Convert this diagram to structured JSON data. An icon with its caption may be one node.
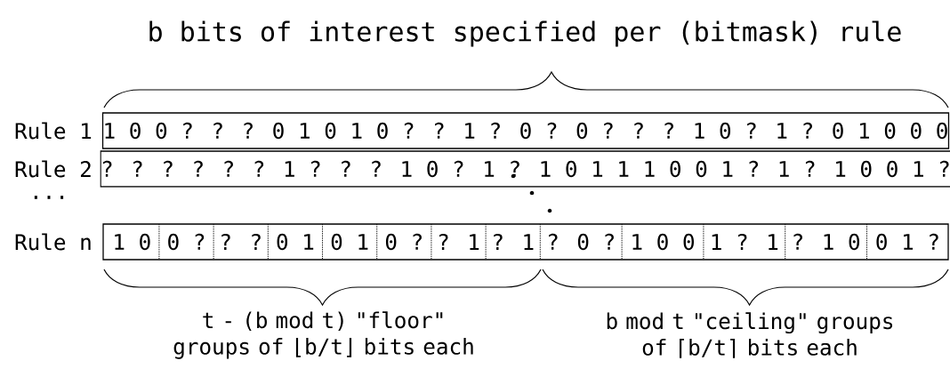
{
  "diagram": {
    "nodes": [
      {
        "text": [
          "1 0 0 ? ? ? 0 1 0 1 0 ? ? 1 ? 0 ? 0 ? ? ? 1 0 ? 1 ? 0 1 0 0 0"
        ],
        "beside": [
          "Rule 1"
        ]
      },
      {
        "text": [
          "? ? ? ? ? ? 1 ? ? ? 1 0 ? 1 ? 1 0 1 1 1 0 0 1 ? 1 ? 1 0 0 1 ?"
        ],
        "beside": [
          "Rule 2"
        ]
      },
      {
        "text": [],
        "shape": "box",
        "beside": [
          "Rule n"
        ]
      },
      {
        "text": [
          "1 0"
        ],
        "in": 2
      },
      {
        "text": [
          "0 ?"
        ],
        "in": 2
      },
      {
        "text": [
          "? ?"
        ],
        "in": 2
      },
      {
        "text": [
          "0 1"
        ],
        "in": 2
      },
      {
        "text": [
          "0 1"
        ],
        "in": 2
      },
      {
        "text": [
          "0 ?"
        ],
        "in": 2
      },
      {
        "text": [
          "? 1"
        ],
        "in": 2
      },
      {
        "text": [
          "? 1"
        ],
        "in": 2
      },
      {
        "text": [
          "? 0 ?"
        ],
        "in": 2
      },
      {
        "text": [
          "1 0 0"
        ],
        "in": 2
      },
      {
        "text": [
          "1 ? 1"
        ],
        "in": 2
      },
      {
        "text": [
          "? 1 0"
        ],
        "in": 2
      },
      {
        "text": [
          "0 1 ?"
        ],
        "in": 2
      }
    ],
    "labels": [
      "b bits of interest specified per (bitmask) rule",
      "...",
      "t - (b mod t) \"floor\" groups of ⌊b/t⌋ bits each",
      "b mod t \"ceiling\" groups of ⌈b/t⌉ bits each"
    ]
  }
}
